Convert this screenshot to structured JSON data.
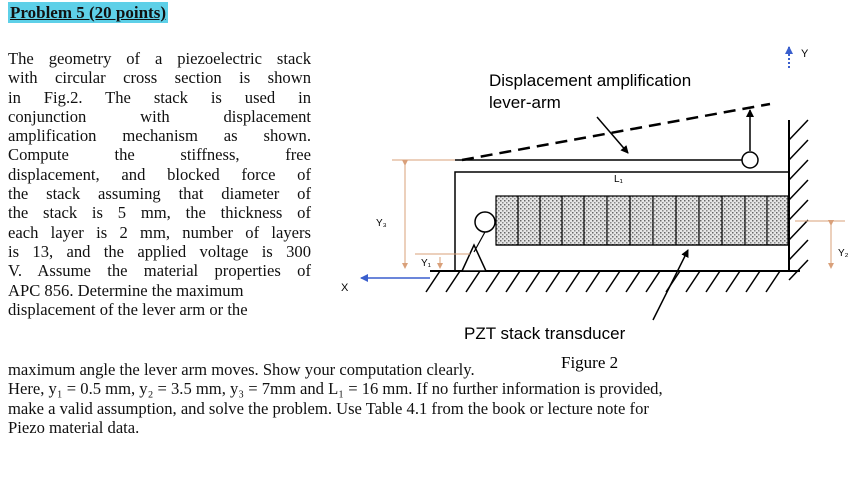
{
  "title": "Problem 5 (20 points)",
  "problem_lines": [
    "The geometry of a piezoelectric stack",
    "with circular cross section is shown",
    "in Fig.2.   The stack is used in",
    "conjunction   with   displacement",
    "amplification mechanism as shown.",
    "Compute   the   stiffness,   free",
    "displacement, and blocked force of",
    "the stack assuming that diameter of",
    "the stack is 5 mm, the thickness of",
    "each layer is 2 mm, number of layers",
    "is 13, and the applied voltage is 300",
    "V. Assume the material properties of",
    "APC 856. Determine the maximum",
    "displacement of the lever arm or the"
  ],
  "continuation_lines": [
    "maximum angle the lever arm moves. Show your computation clearly.",
    "Here, y₁ = 0.5 mm, y₂ = 3.5 mm, y₃ = 7mm and L₁ = 16 mm. If no further information is provided,",
    "make a valid assumption, and solve the problem. Use Table 4.1 from the book or lecture note for",
    "Piezo material data."
  ],
  "figure": {
    "lever_label_1": "Displacement amplification",
    "lever_label_2": "lever-arm",
    "stack_label": "PZT stack transducer",
    "caption": "Figure 2",
    "axis_y": "Y",
    "axis_x": "X",
    "dim_y3": "Y₃",
    "dim_y1": "Y₁",
    "dim_y2": "Y₂",
    "dim_l1": "L₁"
  },
  "colors": {
    "title_highlight": "#5ed0e8",
    "axis_arrow": "#3a5fcd",
    "dimension_lines": "#d9a07a"
  }
}
